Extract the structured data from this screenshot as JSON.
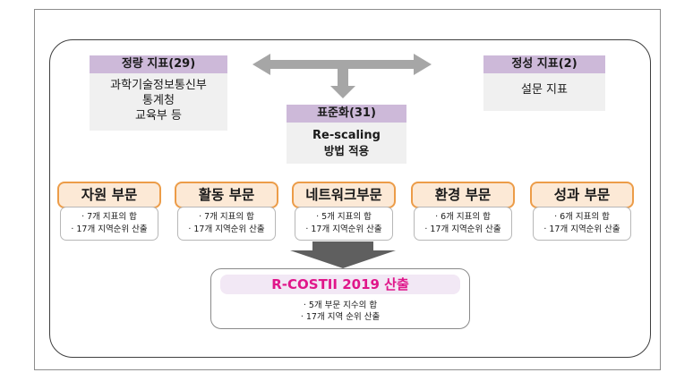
{
  "quantitative": {
    "title": "정량 지표(29)",
    "lines": [
      "과학기술정보통신부",
      "통계청",
      "교육부 등"
    ]
  },
  "qualitative": {
    "title": "정성 지표(2)",
    "lines": [
      "설문 지표"
    ]
  },
  "standardization": {
    "title": "표준화(31)",
    "lines": [
      "Re-scaling",
      "방법 적용"
    ]
  },
  "sectors": [
    {
      "title": "자원 부문",
      "lines": [
        "· 7개 지표의 합",
        "· 17개 지역순위 산출"
      ]
    },
    {
      "title": "활동 부문",
      "lines": [
        "· 7개 지표의 합",
        "· 17개 지역순위 산출"
      ]
    },
    {
      "title": "네트워크부문",
      "lines": [
        "· 5개 지표의 합",
        "· 17개 지역순위 산출"
      ]
    },
    {
      "title": "환경 부문",
      "lines": [
        "· 6개 지표의 합",
        "· 17개 지역순위 산출"
      ]
    },
    {
      "title": "성과 부문",
      "lines": [
        "· 6개 지표의 합",
        "· 17개 지역순위 산출"
      ]
    }
  ],
  "result": {
    "title": "R-COSTII 2019 산출",
    "lines": [
      "· 5개 부문 지수의 합",
      "· 17개 지역 순위 산출"
    ]
  },
  "colors": {
    "header_fill": "#cdb9d9",
    "sector_border": "#ec9c48",
    "sector_fill": "#fce9d6",
    "result_title": "#e0168a",
    "arrow": "#a6a6a6"
  }
}
